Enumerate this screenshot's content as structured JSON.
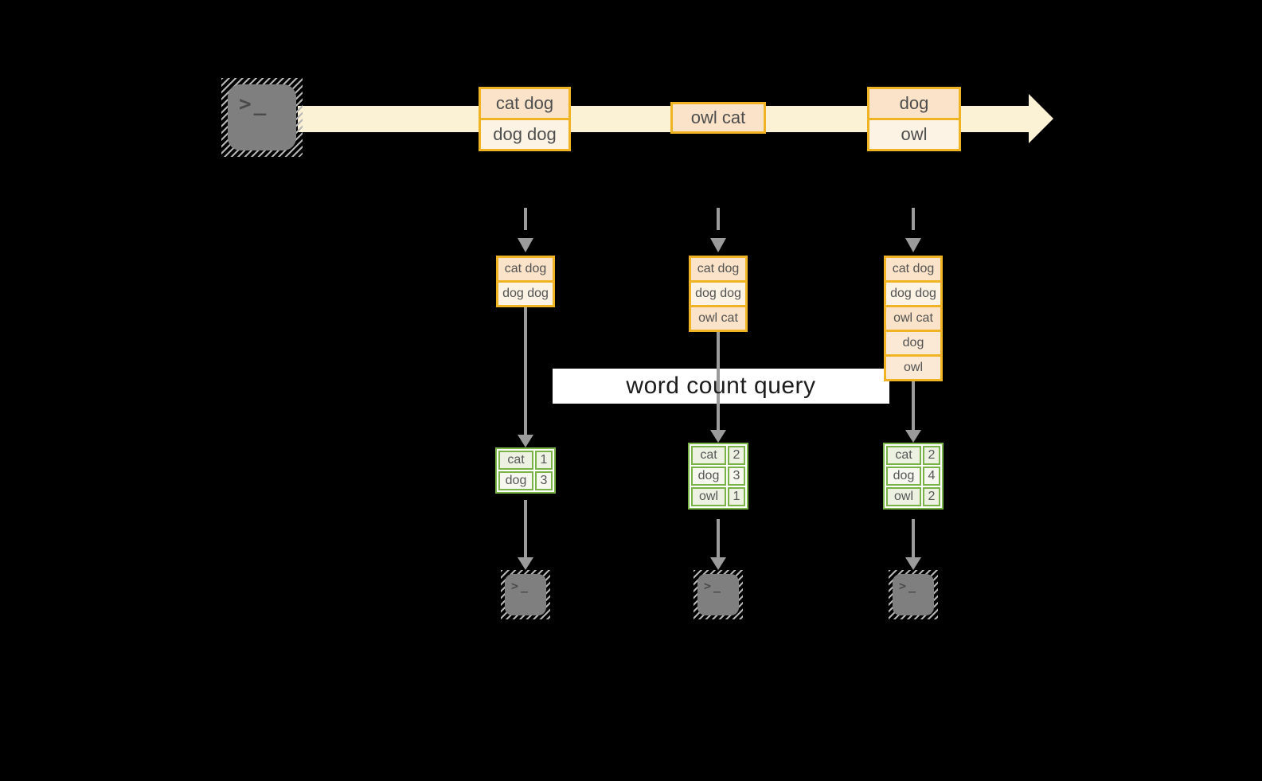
{
  "banner": {
    "label": "word count query"
  },
  "terminal": {
    "glyph_prompt": ">",
    "glyph_cursor": "_"
  },
  "colors": {
    "background": "#000000",
    "stream_band": "#fbf2d5",
    "box_border": "#f0b323",
    "box_fill_peach": "#fae3c8",
    "box_fill_cream": "#fdf3e4",
    "box_fill_light_peach": "#fbe9d5",
    "table_border": "#79b347",
    "table_cell_green": "#ecf1e2",
    "table_cell_light": "#f6f8f0",
    "arrow_gray": "#9b9b9b",
    "terminal_gray": "#7f7f7f",
    "banner_bg": "#ffffff"
  },
  "stream": {
    "groups": [
      {
        "rows": [
          "cat dog",
          "dog dog"
        ]
      },
      {
        "rows": [
          "owl cat"
        ]
      },
      {
        "rows": [
          "dog",
          "owl"
        ]
      }
    ]
  },
  "columns": [
    {
      "state_rows": [
        "cat dog",
        "dog dog"
      ],
      "counts": [
        {
          "word": "cat",
          "count": "1"
        },
        {
          "word": "dog",
          "count": "3"
        }
      ]
    },
    {
      "state_rows": [
        "cat dog",
        "dog dog",
        "owl cat"
      ],
      "counts": [
        {
          "word": "cat",
          "count": "2"
        },
        {
          "word": "dog",
          "count": "3"
        },
        {
          "word": "owl",
          "count": "1"
        }
      ]
    },
    {
      "state_rows": [
        "cat dog",
        "dog dog",
        "owl cat",
        "dog",
        "owl"
      ],
      "counts": [
        {
          "word": "cat",
          "count": "2"
        },
        {
          "word": "dog",
          "count": "4"
        },
        {
          "word": "owl",
          "count": "2"
        }
      ]
    }
  ]
}
